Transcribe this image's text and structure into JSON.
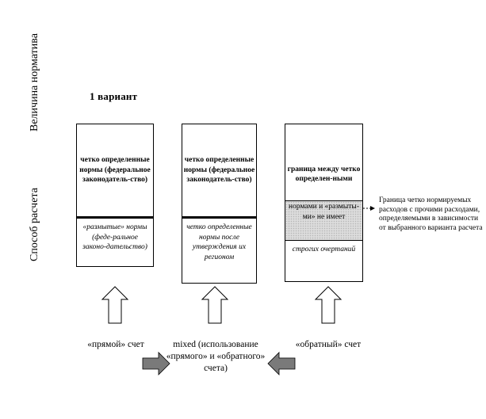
{
  "axis_labels": {
    "norm_value": "Величина норматива",
    "calc_method": "Способ расчета"
  },
  "title": "1 вариант",
  "boxes": [
    {
      "top_text": "четко определенные нормы (федеральное законодатель-ство)",
      "bottom_text": "«размытые» нормы (феде-ральное законо-дательство)"
    },
    {
      "top_text": "четко определенные нормы (федеральное законодатель-ство)",
      "bottom_text": "четко определенные нормы после утверждения их регионом"
    },
    {
      "top_text": "граница между четко определен-ными",
      "middle_text": "нормами и «размыты-ми» не имеет",
      "bottom_text": "строгих очертаний"
    }
  ],
  "side_note": "Граница четко нормируемых расходов с прочими расходами, определяемыми в зависимости от выбранного варианта расчета",
  "captions": {
    "direct": "«прямой» счет",
    "mixed": "mixed (использование «прямого» и «обратного» счета)",
    "reverse": "«обратный» счет"
  }
}
